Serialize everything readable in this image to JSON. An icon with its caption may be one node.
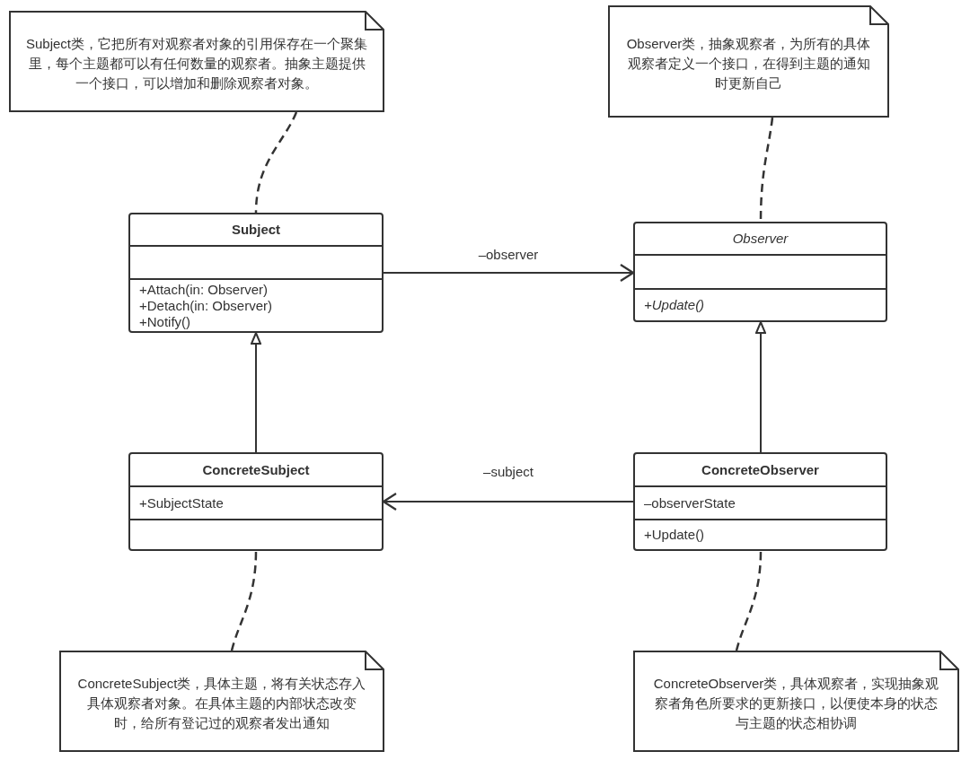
{
  "diagram": {
    "nodes": [
      {
        "text": [
          "Subject类，它把所有对观察者对象的引用保存在一个聚集里，每个主题都可以有任何数量的观察者。抽象主题提供一个接口，可以增加和删除观察者对象。"
        ]
      },
      {
        "text": [
          "Observer类，抽象观察者，为所有的具体观察者定义一个接口，在得到主题的通知时更新自己"
        ]
      },
      {
        "text": [
          "Subject",
          "+Attach(in: Observer)",
          "+Detach(in: Observer)",
          "+Notify()"
        ]
      },
      {
        "text": [
          "Observer",
          "+Update()"
        ]
      },
      {
        "text": [
          "ConcreteSubject",
          "+SubjectState"
        ]
      },
      {
        "text": [
          "ConcreteObserver",
          "–observerState",
          "+Update()"
        ]
      },
      {
        "text": [
          "ConcreteSubject类，具体主题，将有关状态存入具体观察者对象。在具体主题的内部状态改变时，给所有登记过的观察者发出通知"
        ]
      },
      {
        "text": [
          "ConcreteObserver类，具体观察者，实现抽象观察者角色所要求的更新接口，以便使本身的状态与主题的状态相协调"
        ]
      }
    ],
    "edges": [
      {
        "from": 0,
        "to": 2,
        "arrow": "none",
        "style": "dashed"
      },
      {
        "from": 1,
        "to": 3,
        "arrow": "none",
        "style": "dashed"
      },
      {
        "from": 2,
        "to": 3,
        "arrow": "to",
        "label": "–observer"
      },
      {
        "from": 4,
        "to": 2,
        "arrow": "to"
      },
      {
        "from": 5,
        "to": 3,
        "arrow": "to"
      },
      {
        "from": 5,
        "to": 4,
        "arrow": "to",
        "label": "–subject"
      },
      {
        "from": 6,
        "to": 4,
        "arrow": "none",
        "style": "dashed"
      },
      {
        "from": 7,
        "to": 5,
        "arrow": "none",
        "style": "dashed"
      }
    ]
  }
}
